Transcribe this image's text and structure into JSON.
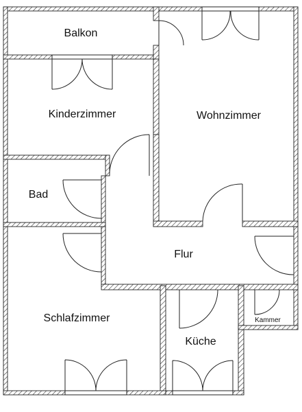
{
  "rooms": {
    "balkon": "Balkon",
    "kinderzimmer": "Kinderzimmer",
    "wohnzimmer": "Wohnzimmer",
    "bad": "Bad",
    "flur": "Flur",
    "schlafzimmer": "Schlafzimmer",
    "kueche": "Küche",
    "kammer": "Kammer"
  }
}
